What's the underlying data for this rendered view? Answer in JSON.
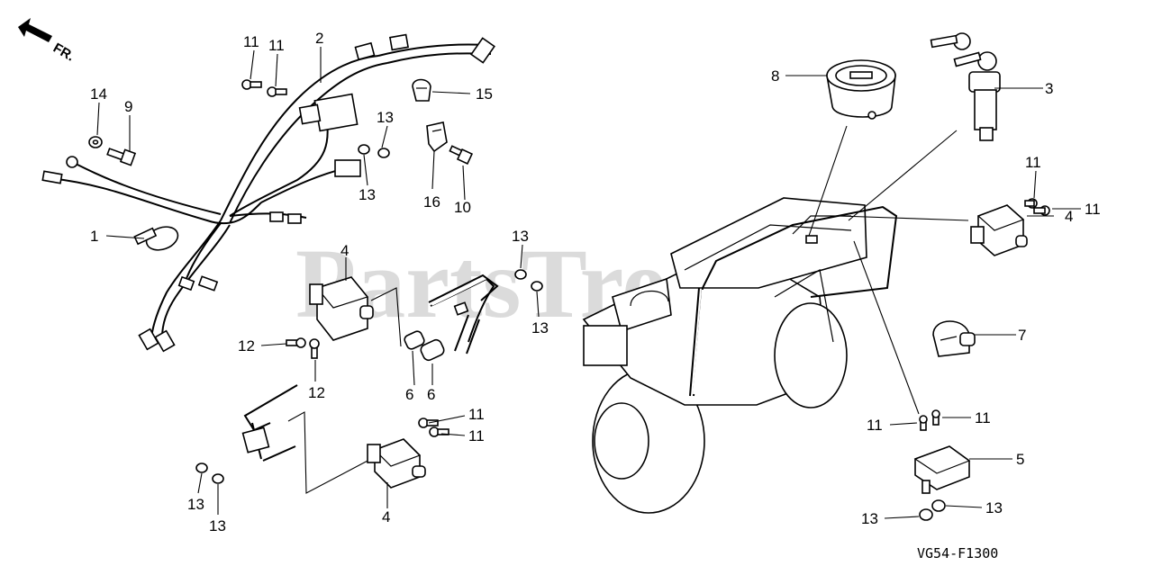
{
  "watermark": "PartsTree",
  "direction": {
    "label": "FR.",
    "icon": "front-arrow-icon"
  },
  "diagram_code": "VG54-F1300",
  "callouts": {
    "c1": "1",
    "c2": "2",
    "c3": "3",
    "c4a": "4",
    "c4b": "4",
    "c4c": "4",
    "c5": "5",
    "c6a": "6",
    "c6b": "6",
    "c7": "7",
    "c8": "8",
    "c9": "9",
    "c10": "10",
    "c11a": "11",
    "c11b": "11",
    "c11c": "11",
    "c11d": "11",
    "c11e": "11",
    "c11f": "11",
    "c11g": "11",
    "c11h": "11",
    "c12a": "12",
    "c12b": "12",
    "c13a": "13",
    "c13b": "13",
    "c13c": "13",
    "c13d": "13",
    "c13e": "13",
    "c13f": "13",
    "c13g": "13",
    "c13h": "13",
    "c14": "14",
    "c15": "15",
    "c16": "16"
  }
}
